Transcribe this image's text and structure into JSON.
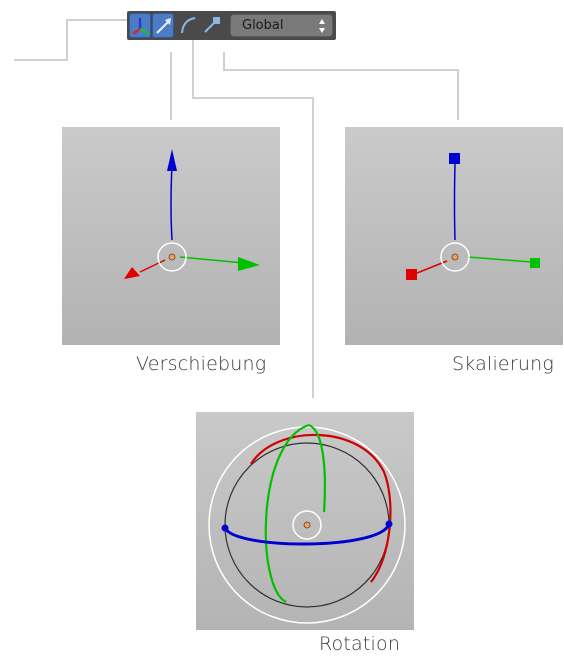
{
  "toolbar": {
    "buttons": [
      {
        "name": "axis-mode",
        "icon": "axis-icon",
        "active": true
      },
      {
        "name": "move-mode",
        "icon": "move-arrow-icon",
        "active": true
      },
      {
        "name": "rotate-mode",
        "icon": "rotate-arc-icon",
        "active": false
      },
      {
        "name": "scale-mode",
        "icon": "scale-handle-icon",
        "active": false
      }
    ],
    "orientation_select": {
      "value": "Global"
    }
  },
  "panels": {
    "translate": {
      "caption": "Verschiebung"
    },
    "scale": {
      "caption": "Skalierung"
    },
    "rotate": {
      "caption": "Rotation"
    }
  },
  "colors": {
    "x_axis": "#e00000",
    "y_axis": "#00c000",
    "z_axis": "#0000d0",
    "active_button": "#4d7bc4",
    "connector_line": "#d0d0d0",
    "panel_top": "#c8c8c8",
    "panel_bottom": "#b4b4b4"
  }
}
